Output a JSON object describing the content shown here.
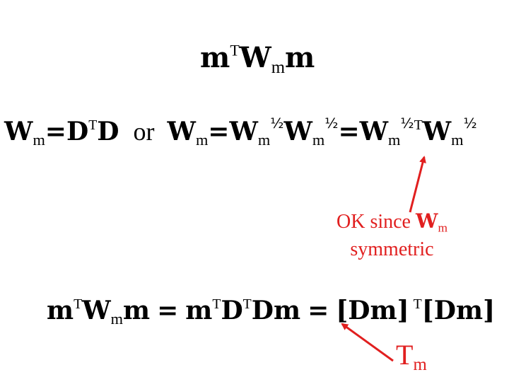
{
  "line1": {
    "m": "m",
    "T": "T",
    "W": "W",
    "sub": "m",
    "m2": "m"
  },
  "line2": {
    "W1": "W",
    "sub1": "m",
    "eq1": "=",
    "D1": "D",
    "T1": "T",
    "D2": "D",
    "or": "or",
    "W2": "W",
    "sub2": "m",
    "eq2": "=",
    "W3": "W",
    "sub3": "m",
    "half3": "½",
    "W4": "W",
    "sub4": "m",
    "half4": "½",
    "eq3": "=",
    "W5": "W",
    "sub5": "m",
    "half5": "½",
    "T5": "T",
    "W6": "W",
    "sub6": "m",
    "half6": "½"
  },
  "note": {
    "line1": "OK since ",
    "W": "W",
    "sub": "m",
    "line2": "symmetric"
  },
  "line3": {
    "m1": "m",
    "T1": "T",
    "W": "W",
    "sub": "m",
    "m2": "m",
    "eq1": "=",
    "m3": "m",
    "T2": "T",
    "D1": "D",
    "T3": "T",
    "D2": "D",
    "m4": "m",
    "eq2": "=",
    "b1": "[Dm]",
    "T4": "T",
    "b2": "[Dm]"
  },
  "tm": {
    "T": "T",
    "sub": "m"
  },
  "colors": {
    "annotation": "#e11f1f",
    "text": "#000000"
  }
}
